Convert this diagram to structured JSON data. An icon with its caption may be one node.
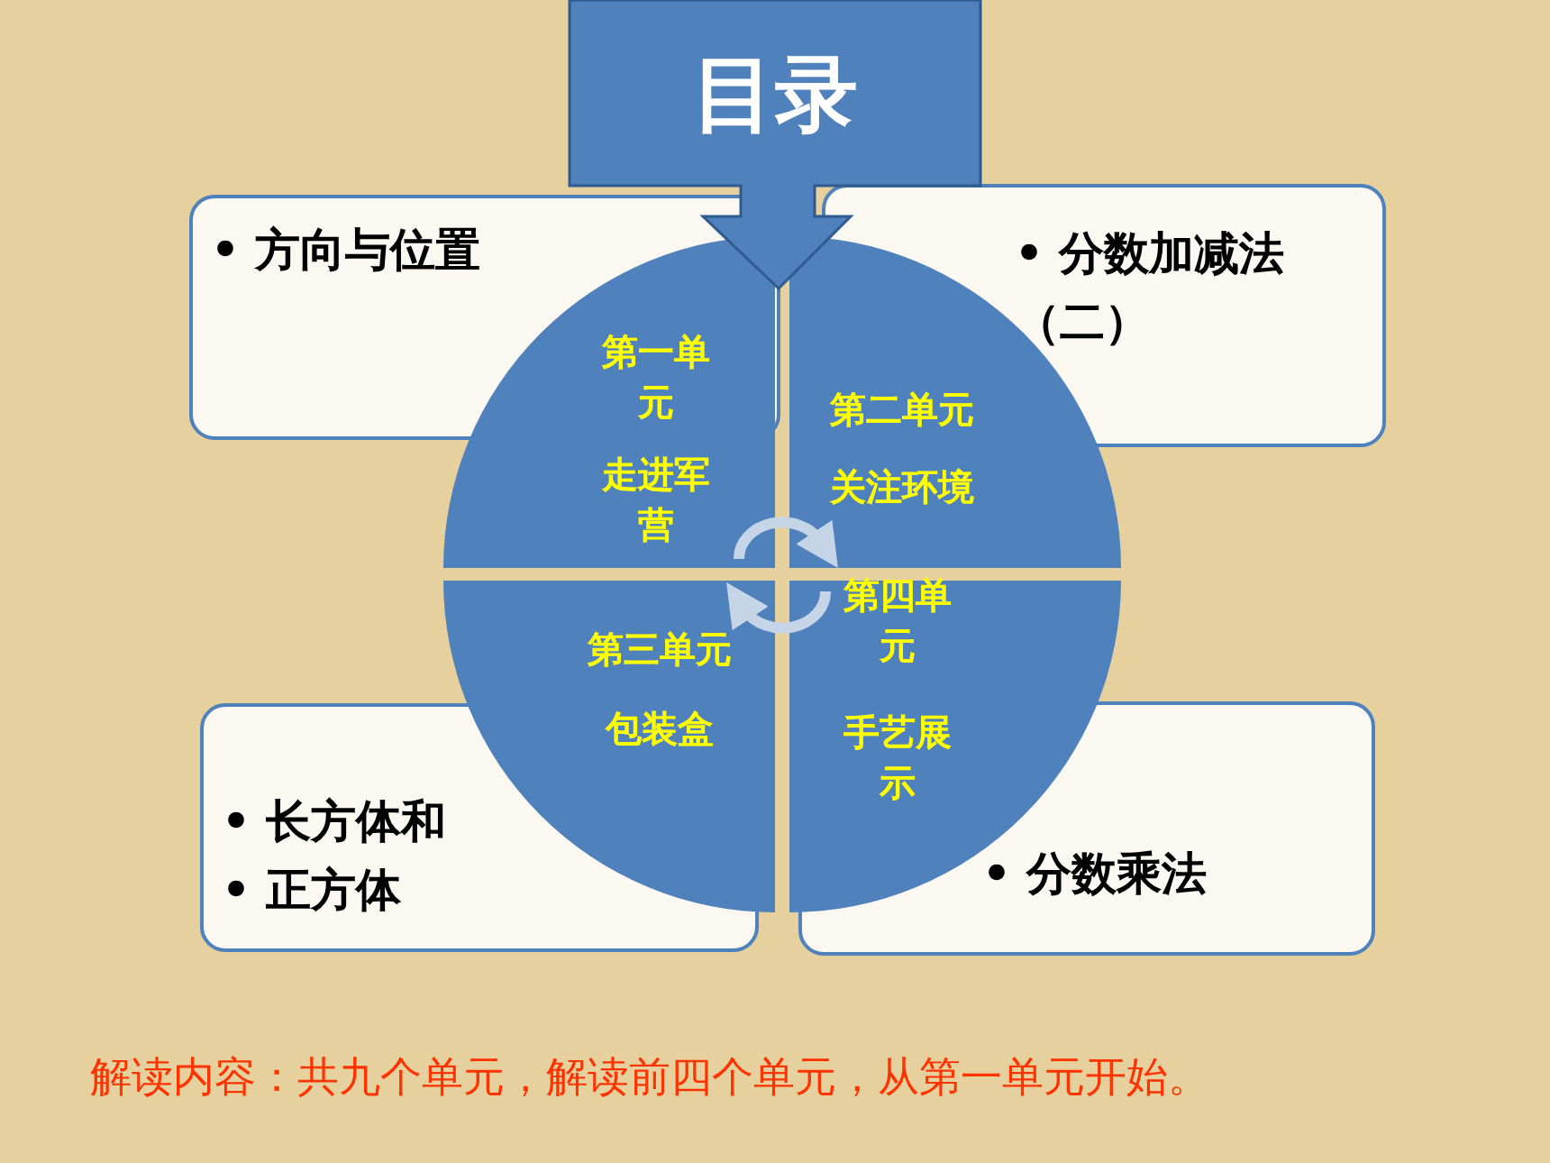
{
  "diagram": {
    "nodes": [
      {
        "text": [
          "目录"
        ]
      },
      {
        "text": [
          "• 方向与位置"
        ]
      },
      {
        "text": [
          "• 分数加减法（二）"
        ]
      },
      {
        "text": [
          "• 长方体和",
          "• 正方体"
        ]
      },
      {
        "text": [
          "• 分数乘法"
        ]
      },
      {
        "text": [
          "第一单元",
          "走进军营"
        ]
      },
      {
        "text": [
          "第二单元",
          "关注环境"
        ]
      },
      {
        "text": [
          "第三单元",
          "包装盒"
        ]
      },
      {
        "text": [
          "第四单元",
          "手艺展示"
        ]
      }
    ],
    "edges": [
      {
        "from": 5,
        "to": 6,
        "arrow": "to"
      },
      {
        "from": 8,
        "to": 7,
        "arrow": "to"
      }
    ],
    "labels": [
      "解读内容：共九个单元，解读前四个单元，从第一单元开始。"
    ]
  }
}
